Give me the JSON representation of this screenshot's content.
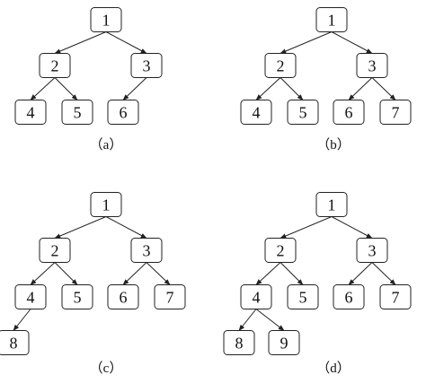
{
  "colors": {
    "stroke": "#222222",
    "text": "#111111",
    "background": "#ffffff"
  },
  "trees": [
    {
      "id": "a",
      "caption": "（a）",
      "nodes": [
        "1",
        "2",
        "3",
        "4",
        "5",
        "6"
      ]
    },
    {
      "id": "b",
      "caption": "（b）",
      "nodes": [
        "1",
        "2",
        "3",
        "4",
        "5",
        "6",
        "7"
      ]
    },
    {
      "id": "c",
      "caption": "（c）",
      "nodes": [
        "1",
        "2",
        "3",
        "4",
        "5",
        "6",
        "7",
        "8"
      ]
    },
    {
      "id": "d",
      "caption": "（d）",
      "nodes": [
        "1",
        "2",
        "3",
        "4",
        "5",
        "6",
        "7",
        "8",
        "9"
      ]
    }
  ]
}
